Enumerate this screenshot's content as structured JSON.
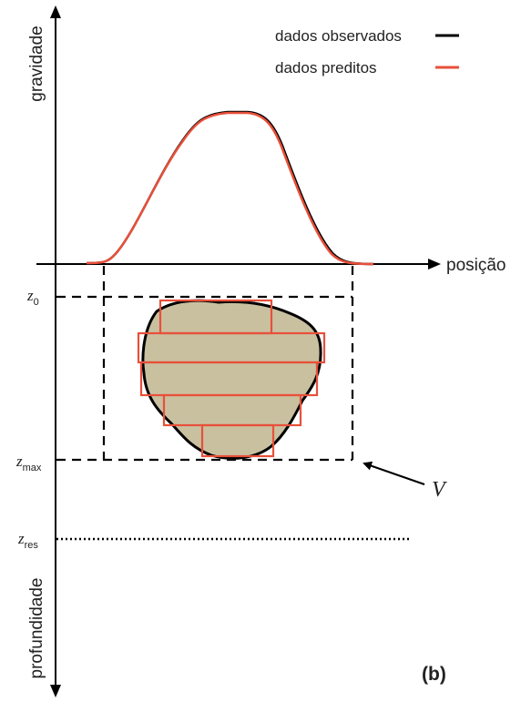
{
  "axes": {
    "vertical_top_label": "gravidade",
    "vertical_bottom_label": "profundidade",
    "horizontal_label": "posição"
  },
  "legend": {
    "observed_label": "dados observados",
    "predicted_label": "dados preditos",
    "observed_color": "#000000",
    "predicted_color": "#e8503a"
  },
  "depth_levels": {
    "z0_base": "z",
    "z0_sub": "0",
    "zmax_base": "z",
    "zmax_sub": "max",
    "zres_base": "z",
    "zres_sub": "res"
  },
  "volume_label": "V",
  "panel_label": "(b)",
  "colors": {
    "body_fill": "#c9c0a0",
    "prism_stroke": "#e8503a",
    "axis": "#000000"
  }
}
